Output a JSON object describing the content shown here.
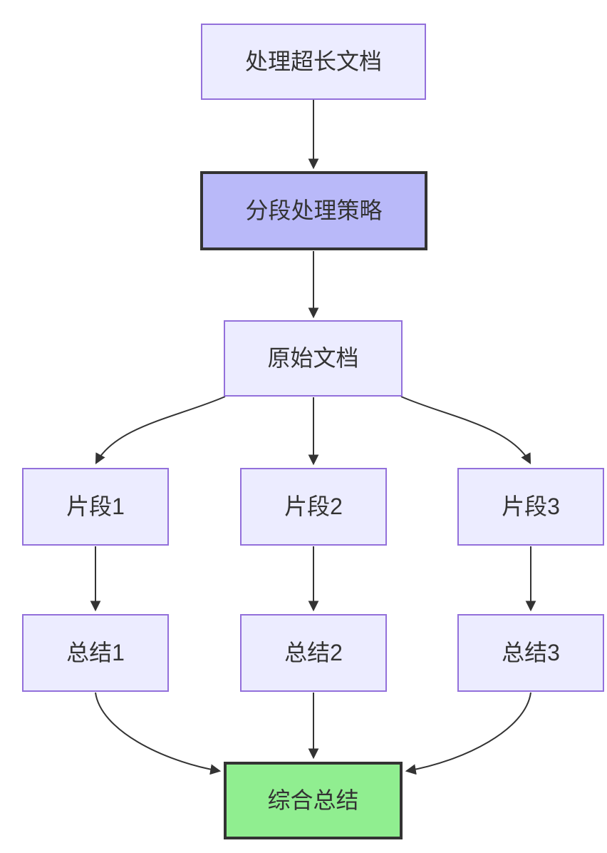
{
  "diagram": {
    "type": "flowchart",
    "direction": "top-down",
    "background": "#ffffff",
    "nodes": {
      "A": {
        "id": "A",
        "label": "处理超长文档",
        "style": "default"
      },
      "B": {
        "id": "B",
        "label": "分段处理策略",
        "style": "emphasis"
      },
      "C": {
        "id": "C",
        "label": "原始文档",
        "style": "default"
      },
      "D1": {
        "id": "D1",
        "label": "片段1",
        "style": "default"
      },
      "D2": {
        "id": "D2",
        "label": "片段2",
        "style": "default"
      },
      "D3": {
        "id": "D3",
        "label": "片段3",
        "style": "default"
      },
      "E1": {
        "id": "E1",
        "label": "总结1",
        "style": "default"
      },
      "E2": {
        "id": "E2",
        "label": "总结2",
        "style": "default"
      },
      "E3": {
        "id": "E3",
        "label": "总结3",
        "style": "default"
      },
      "F": {
        "id": "F",
        "label": "综合总结",
        "style": "success"
      }
    },
    "edges": [
      {
        "from": "A",
        "to": "B"
      },
      {
        "from": "B",
        "to": "C"
      },
      {
        "from": "C",
        "to": "D1"
      },
      {
        "from": "C",
        "to": "D2"
      },
      {
        "from": "C",
        "to": "D3"
      },
      {
        "from": "D1",
        "to": "E1"
      },
      {
        "from": "D2",
        "to": "E2"
      },
      {
        "from": "D3",
        "to": "E3"
      },
      {
        "from": "E1",
        "to": "F"
      },
      {
        "from": "E2",
        "to": "F"
      },
      {
        "from": "E3",
        "to": "F"
      }
    ],
    "colors": {
      "node_fill": "#ECECFF",
      "node_border": "#9370DB",
      "emphasis_fill": "#B9B9F9",
      "emphasis_border": "#333333",
      "success_fill": "#90EE90",
      "success_border": "#333333",
      "edge": "#333333",
      "text": "#333333"
    }
  }
}
